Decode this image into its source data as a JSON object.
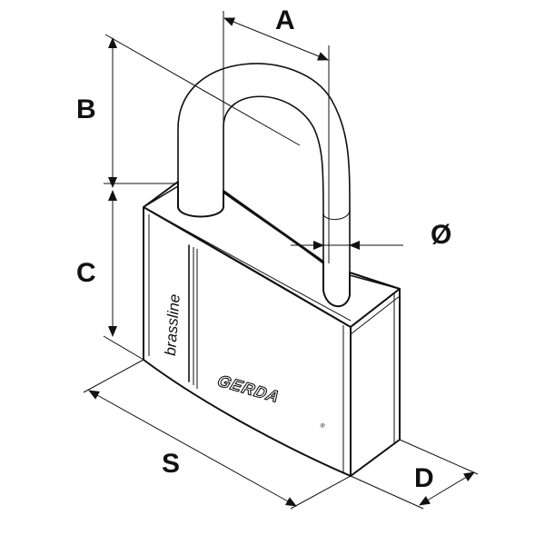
{
  "diagram": {
    "dimension_labels": {
      "a": "A",
      "b": "B",
      "c": "C",
      "s": "S",
      "d": "D",
      "diameter": "Ø"
    },
    "brand": "GERDA",
    "registered_mark": "®",
    "model_name": "brassline"
  },
  "colors": {
    "line": "#111111",
    "background": "#ffffff"
  }
}
